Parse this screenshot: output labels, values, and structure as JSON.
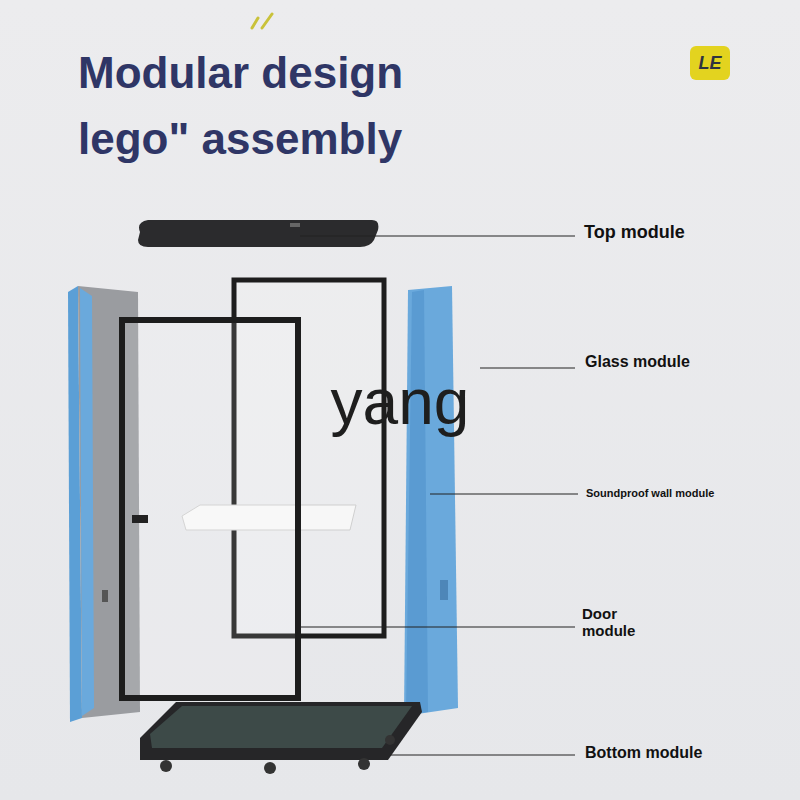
{
  "diagram": {
    "title": "Modular design lego\" assembly",
    "nodes": [
      {
        "text": [
          "LE"
        ]
      }
    ],
    "labels": [
      "Top module",
      "Glass module",
      "Soundproof wall module",
      "Door module",
      "Bottom module",
      "yang"
    ]
  }
}
